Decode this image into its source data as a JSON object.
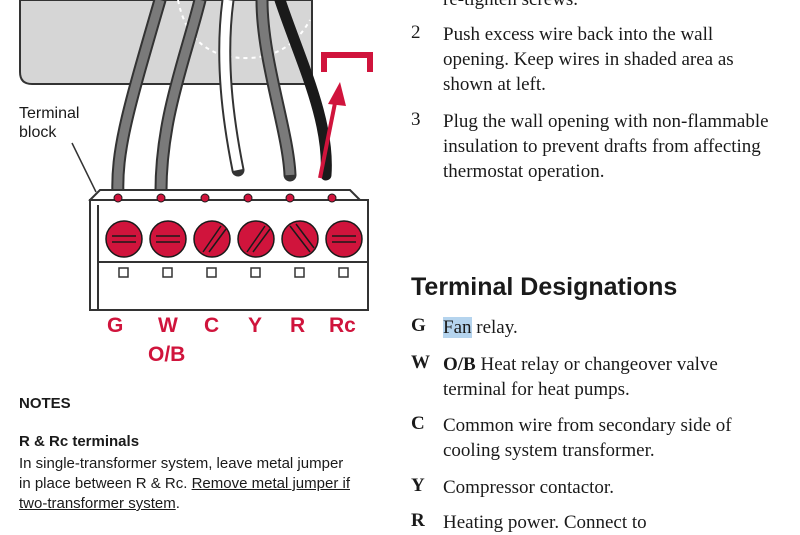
{
  "diagram": {
    "callout_line1": "Terminal",
    "callout_line2": "block",
    "terminal_labels": [
      "G",
      "W",
      "C",
      "Y",
      "R",
      "Rc"
    ],
    "terminal_sublabel": "O/B",
    "accent_color": "#d0143c"
  },
  "notes": {
    "heading": "NOTES",
    "rrc_heading": "R & Rc terminals",
    "rrc_text": "In single-transformer system, leave metal jumper in place between R & Rc. ",
    "rrc_link": "Remove metal jumper if two-transformer system",
    "rrc_end": "."
  },
  "steps": [
    {
      "num": "",
      "text": "re-tighten screws."
    },
    {
      "num": "2",
      "text": "Push excess wire back into the wall opening. Keep wires in shaded area as shown at left."
    },
    {
      "num": "3",
      "text": "Plug the wall opening with non-flammable insulation to prevent drafts from affecting thermostat operation."
    }
  ],
  "terminal_designations": {
    "title": "Terminal Designations",
    "items": [
      {
        "letter": "G",
        "bold": "",
        "highlight": "Fan",
        "text": " relay."
      },
      {
        "letter": "W",
        "bold": "O/B",
        "highlight": "",
        "text": " Heat relay or changeover valve terminal for heat pumps."
      },
      {
        "letter": "C",
        "bold": "",
        "highlight": "",
        "text": "Common wire from secondary side of cooling system transformer."
      },
      {
        "letter": "Y",
        "bold": "",
        "highlight": "",
        "text": "Compressor contactor."
      },
      {
        "letter": "R",
        "bold": "",
        "highlight": "",
        "text": "Heating power. Connect to"
      }
    ]
  }
}
